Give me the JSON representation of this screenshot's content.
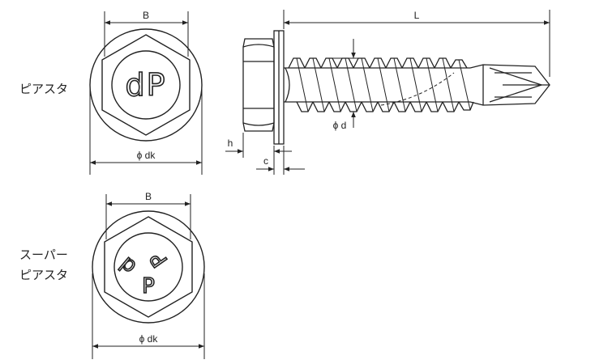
{
  "views": {
    "top": {
      "name_lines": [
        "ピアスタ"
      ],
      "mark": "dP",
      "dim_width": "B",
      "dim_diameter": "ϕ dk"
    },
    "bottom": {
      "name_lines": [
        "スーパー",
        "ピアスタ"
      ],
      "mark_letters": [
        "d",
        "P",
        "P"
      ],
      "dim_width": "B",
      "dim_diameter": "ϕ dk"
    }
  },
  "side_view": {
    "dim_length": "L",
    "dim_head_height": "h",
    "dim_washer": "c",
    "dim_shank": "ϕ d"
  }
}
